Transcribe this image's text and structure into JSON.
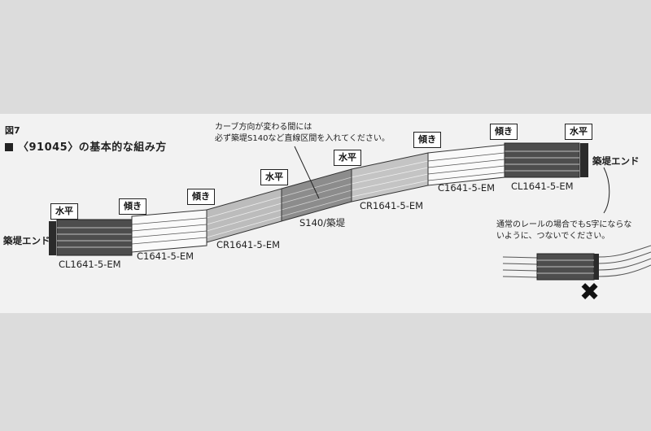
{
  "figure": {
    "label": "図7",
    "title": "〈91045〉の基本的な組み方"
  },
  "tags": {
    "horizontal": "水平",
    "slope": "傾き"
  },
  "parts": {
    "end_left": "築堤エンド",
    "end_right": "築堤エンド",
    "p1": "CL1641-5-EM",
    "p2": "C1641-5-EM",
    "p3": "CR1641-5-EM",
    "p4": "S140/築堤",
    "p5": "CR1641-5-EM",
    "p6": "C1641-5-EM",
    "p7": "CL1641-5-EM"
  },
  "notes": {
    "middle_line1": "カーブ方向が変わる間には",
    "middle_line2": "必ず築堤S140など直線区間を入れてください。",
    "warning_line1": "通常のレールの場合でもS字にならな",
    "warning_line2": "いように、つないでください。",
    "wrong_mark": "✖"
  }
}
